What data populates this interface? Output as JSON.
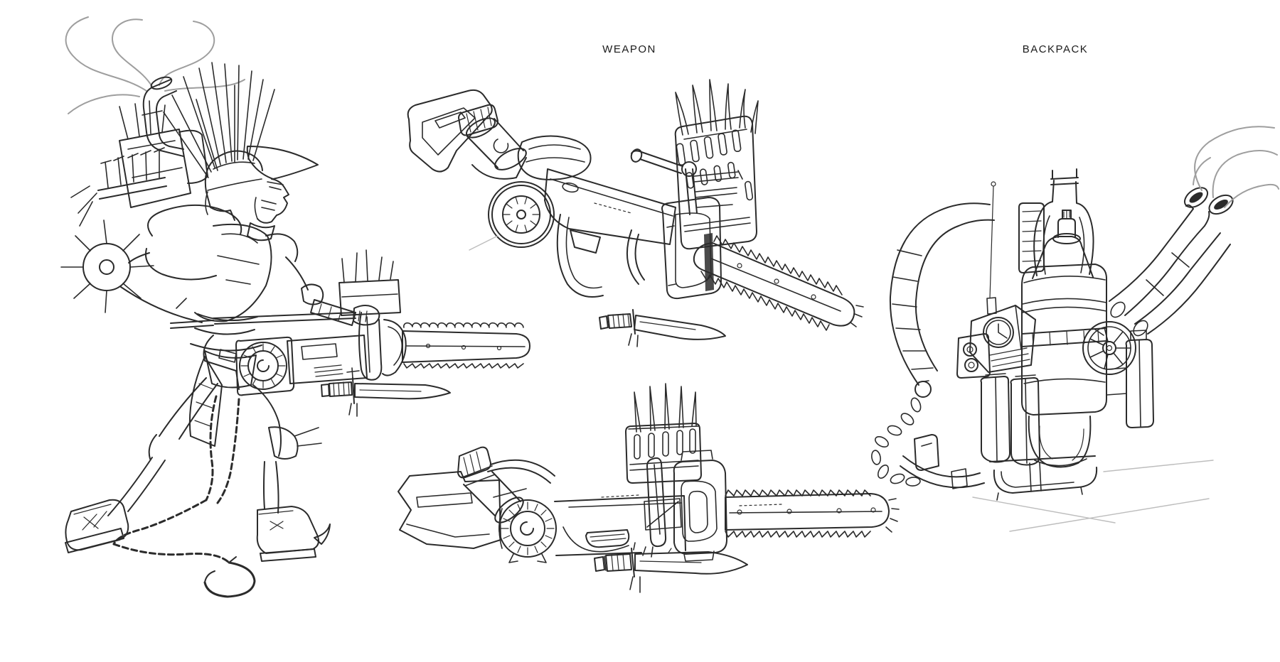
{
  "page": {
    "background": "#ffffff",
    "ink_color": "#2b2b2b",
    "smoke_color": "#9e9e9e",
    "hint_color": "#bdbdbd"
  },
  "labels": {
    "weapon": "WEAPON",
    "backpack": "BACKPACK"
  },
  "sketches": [
    {
      "name": "character-sketch",
      "subject": "armored-warrior-with-chainsaw"
    },
    {
      "name": "weapon-three-quarter-sketch",
      "subject": "chainsaw-gun-three-quarter-view"
    },
    {
      "name": "weapon-side-sketch",
      "subject": "chainsaw-gun-side-view"
    },
    {
      "name": "backpack-sketch",
      "subject": "boiler-backpack-with-exhaust-pipes"
    }
  ]
}
